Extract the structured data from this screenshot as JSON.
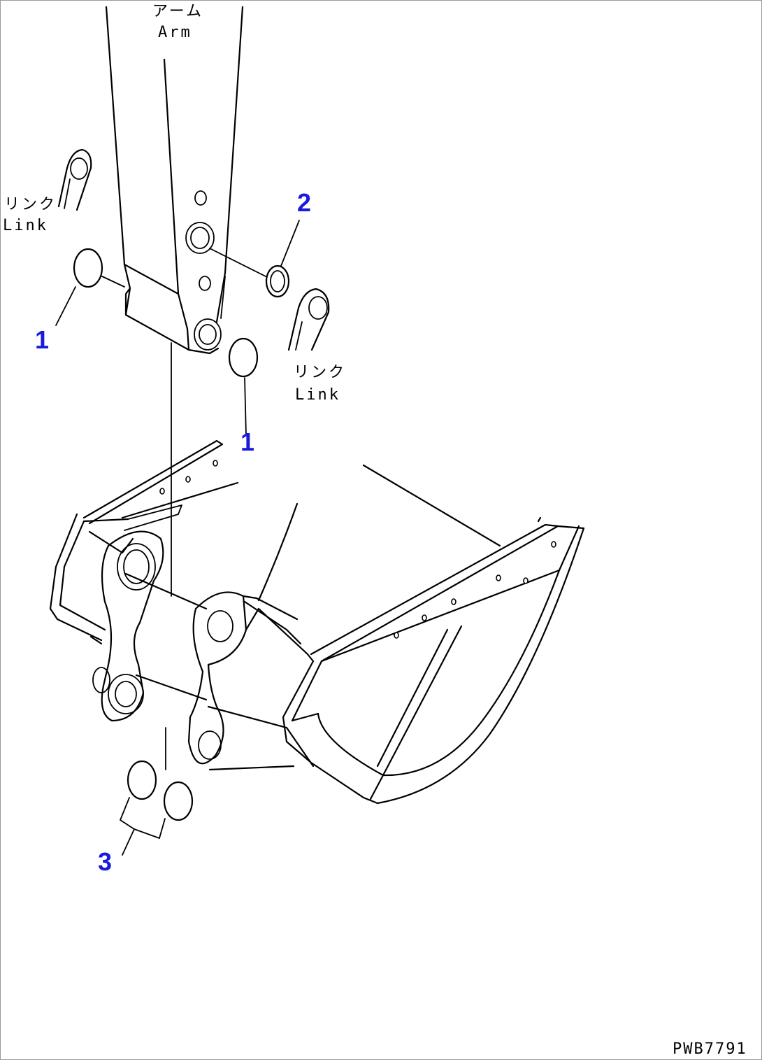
{
  "labels": {
    "arm_jp": "アーム",
    "arm_en": "Arm",
    "link_left_jp": "リンク",
    "link_left_en": "Link",
    "link_right_jp": "リンク",
    "link_right_en": "Link"
  },
  "callouts": {
    "c1_left": "1",
    "c1_center": "1",
    "c2": "2",
    "c3": "3"
  },
  "drawing_code": "PWB7791",
  "colors": {
    "callout": "#1a1adc",
    "line": "#000000"
  }
}
